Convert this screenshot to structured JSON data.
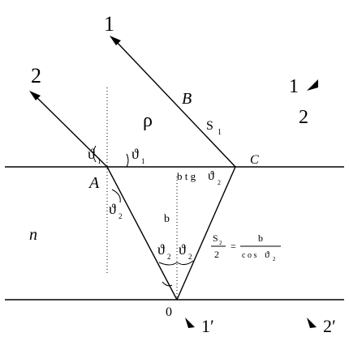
{
  "labels": {
    "ray1": "1",
    "ray2": "2",
    "pointA": "A",
    "pointB": "B",
    "pointC": "C",
    "pointO": "0",
    "rho": "ρ",
    "n": "n",
    "s1": "S",
    "s1_sub": "1",
    "theta": "ϑ",
    "sub1": "1",
    "sub2": "2",
    "btg": "b t g",
    "b": "b",
    "out1": "1′",
    "out2": "2′",
    "legend1": "1",
    "legend2": "2",
    "frac_s2_num": "S",
    "frac_s2_sub": "2",
    "frac_s2_den": "2",
    "equals": "=",
    "frac_rhs_num": "b",
    "frac_rhs_den": "c o s",
    "frac_rhs_theta": "ϑ",
    "frac_rhs_sub": "2"
  }
}
